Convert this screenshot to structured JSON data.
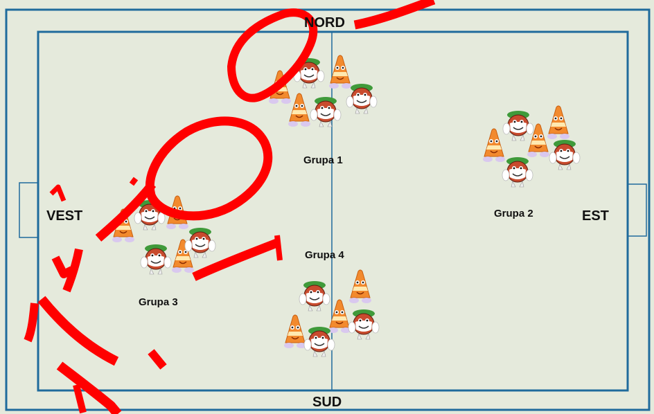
{
  "directions": {
    "north": "NORD",
    "south": "SUD",
    "west": "VEST",
    "east": "EST"
  },
  "groups": [
    {
      "label": "Grupa 1"
    },
    {
      "label": "Grupa 2"
    },
    {
      "label": "Grupa 3"
    },
    {
      "label": "Grupa 4"
    }
  ],
  "colors": {
    "field_bg": "#e5eadc",
    "line": "#1f6b9c",
    "annotation": "#ff0000",
    "cone": "#f28a2e",
    "ball_wreath": "#3f9a3a"
  },
  "icons": [
    "traffic-cone-mascot",
    "soccer-ball-mascot",
    "annotation-scribble"
  ]
}
